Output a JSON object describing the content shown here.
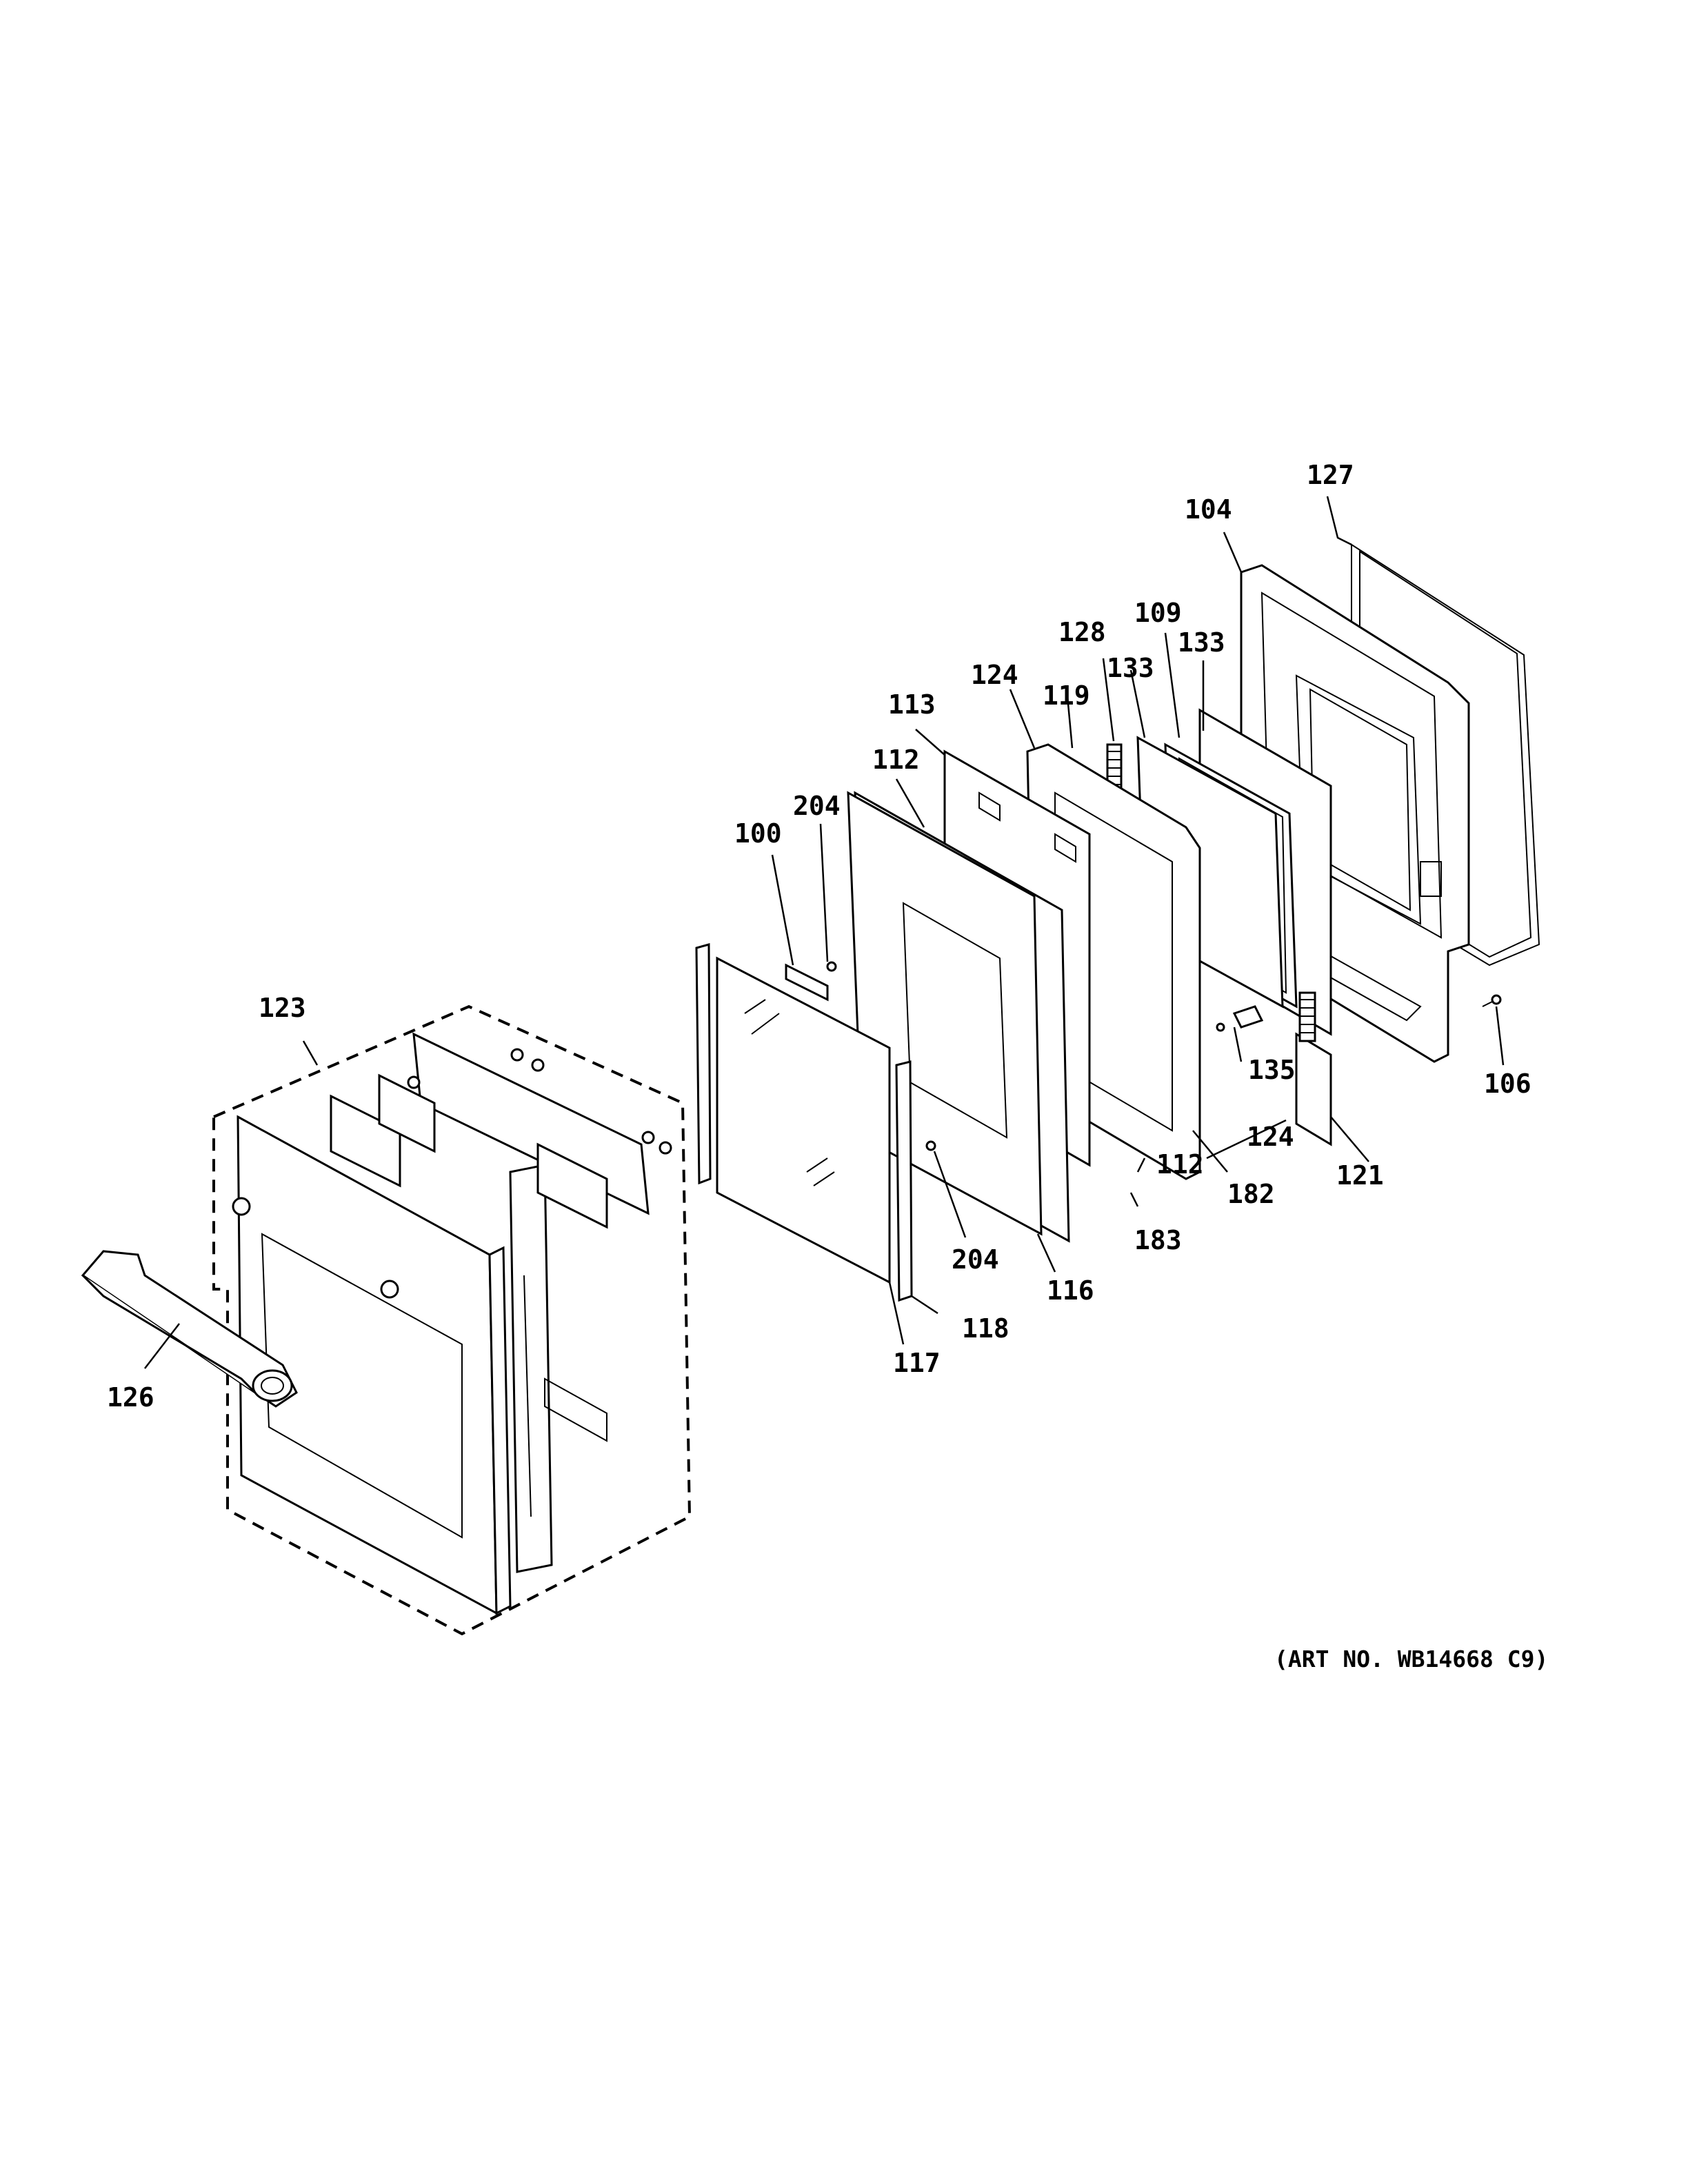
{
  "diagram": {
    "art_number": "(ART NO. WB14668 C9)",
    "callouts": {
      "c100": "100",
      "c104": "104",
      "c106": "106",
      "c109": "109",
      "c112a": "112",
      "c112b": "112",
      "c113": "113",
      "c116": "116",
      "c117": "117",
      "c118": "118",
      "c119": "119",
      "c121": "121",
      "c123": "123",
      "c124a": "124",
      "c124b": "124",
      "c126": "126",
      "c127": "127",
      "c128": "128",
      "c133a": "133",
      "c133b": "133",
      "c135": "135",
      "c182": "182",
      "c183": "183",
      "c204a": "204",
      "c204b": "204"
    }
  }
}
